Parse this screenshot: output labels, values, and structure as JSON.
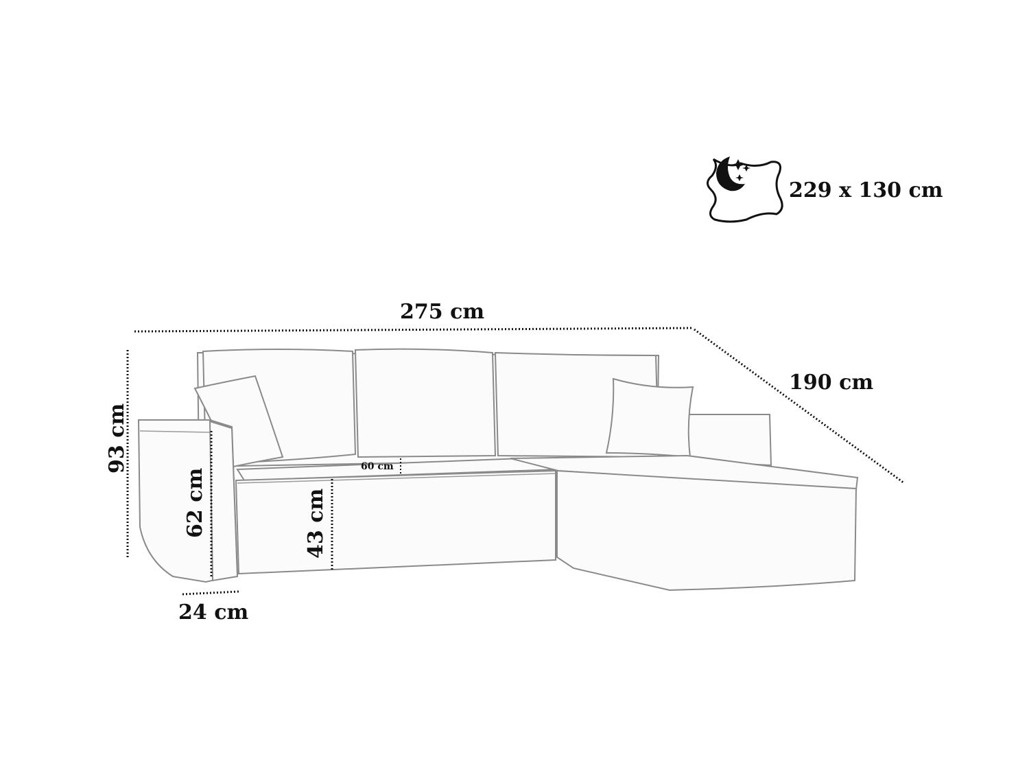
{
  "diagram": {
    "sleeping_area_icon": "sleep-pillow-moon-icon",
    "sleeping_area_label": "229 x 130 cm",
    "width_label": "275 cm",
    "depth_label": "190 cm",
    "height_label": "93 cm",
    "armrest_height_label": "62 cm",
    "seat_height_label": "43 cm",
    "seat_depth_label": "60 cm",
    "armrest_width_label": "24 cm"
  },
  "colors": {
    "line": "#111111",
    "sofa_outline": "#8a8a8a",
    "background": "#ffffff"
  }
}
